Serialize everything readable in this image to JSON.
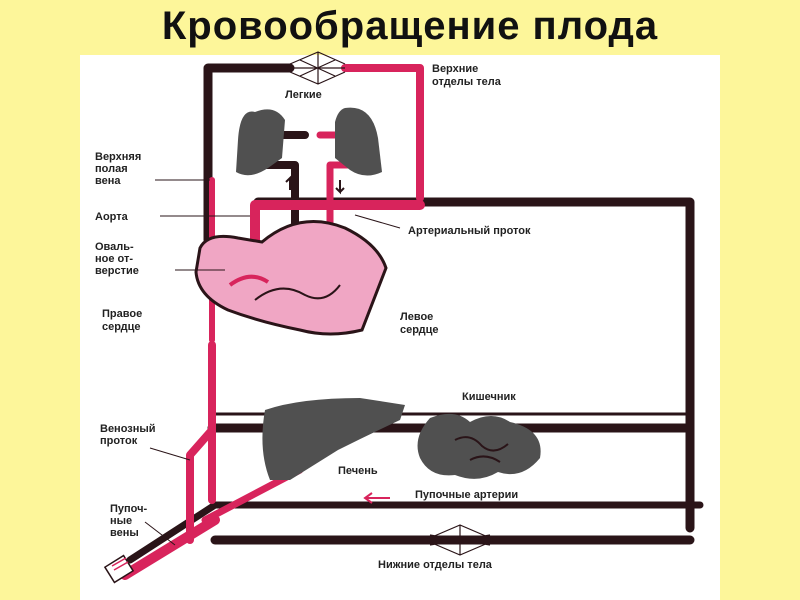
{
  "title": "Кровообращение плода",
  "labels": {
    "upper_body": [
      "Верхние",
      "отделы тела"
    ],
    "lungs": "Легкие",
    "superior_vena_cava": [
      "Верхняя",
      "полая",
      "вена"
    ],
    "aorta": "Аорта",
    "ductus_arteriosus": "Артериальный проток",
    "foramen_ovale": [
      "Оваль-",
      "ное от-",
      "верстие"
    ],
    "right_heart": [
      "Правое",
      "сердце"
    ],
    "left_heart": [
      "Левое",
      "сердце"
    ],
    "intestine": "Кишечник",
    "ductus_venosus": [
      "Венозный",
      "проток"
    ],
    "liver": "Печень",
    "umbilical_arteries": "Пупочные артерии",
    "umbilical_veins": [
      "Пупоч-",
      "ные",
      "вены"
    ],
    "lower_body": "Нижние отделы тела"
  },
  "colors": {
    "background": "#fdf69a",
    "panel": "#ffffff",
    "arterial_mixed": "#d8245c",
    "venous_dark": "#2a1418",
    "organ_gray": "#505050",
    "heart_pink": "#f0a6c4"
  }
}
